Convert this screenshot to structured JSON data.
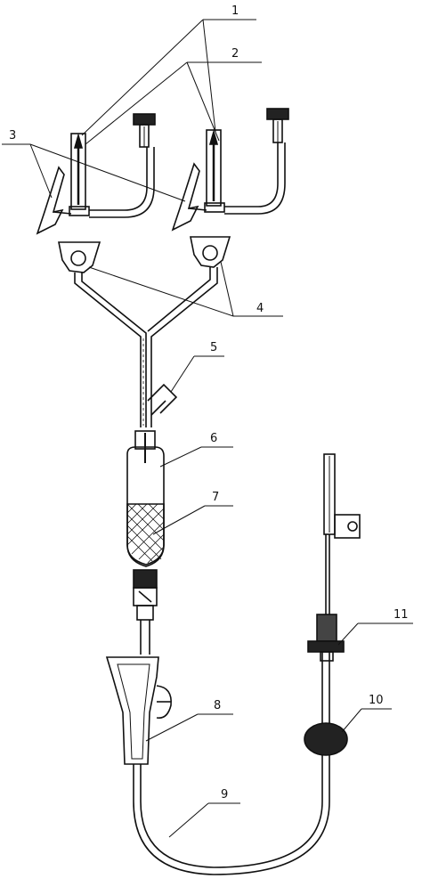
{
  "figure": {
    "labels": [
      "1",
      "2",
      "3",
      "4",
      "5",
      "6",
      "7",
      "8",
      "9",
      "10",
      "11"
    ]
  },
  "colors": {
    "ink": "#111111",
    "fill_dark": "#222222",
    "background": "#ffffff"
  }
}
